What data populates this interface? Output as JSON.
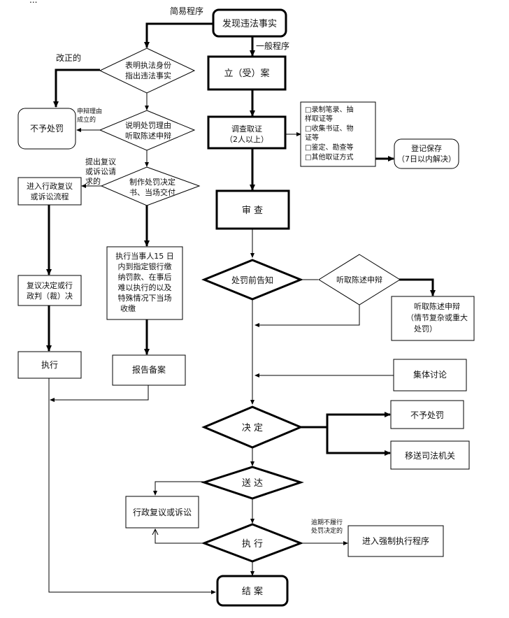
{
  "header_text": "...",
  "flow": {
    "top": {
      "simple_label": "简易程序",
      "start": "发现违法事实",
      "general_label": "一般程序"
    },
    "simple": {
      "step1": [
        "表明执法身份",
        "指出违法事实"
      ],
      "corrected_label": "改正的",
      "no_penalty": "不予处罚",
      "reason_ok": [
        "申辩理由",
        "成立的"
      ],
      "step2": [
        "说明处罚理由",
        "听取陈述申辩"
      ],
      "appeal_note": [
        "提出复议",
        "或诉讼请",
        "求的"
      ],
      "step3": [
        "制作处罚决定",
        "书、当场交付"
      ],
      "review_flow": [
        "进入行政复议",
        "或诉讼流程"
      ],
      "review_decision": [
        "复议决定或行",
        "政判（裁）决"
      ],
      "execute": "执行",
      "payment": [
        "执行当事人15 日",
        "内到指定银行缴",
        "纳罚款、在事后",
        "难以执行的以及",
        "特殊情况下当场",
        "收缴"
      ],
      "report": "报告备案"
    },
    "general": {
      "file": "立（受）案",
      "investigate": [
        "调查取证",
        "（2人以上）"
      ],
      "methods": [
        "□录制笔录、抽",
        "样取证等",
        "□收集书证、物",
        "证等",
        "□鉴定、勘查等",
        "□其他取证方式"
      ],
      "register": [
        "登记保存",
        "（7日以内解决）"
      ],
      "review": "审    查",
      "notice": "处罚前告知",
      "hearing": "听取陈述申辩",
      "hearing_box": [
        "听取陈述申辩",
        "（情节复杂或重大",
        "处罚）"
      ],
      "collective": "集体讨论",
      "decision": "决    定",
      "no_penalty2": "不予处罚",
      "transfer": "移送司法机关",
      "deliver": "送    达",
      "admin_review": "行政复议或诉讼",
      "execute2": "执    行",
      "overdue": [
        "逾期不履行",
        "处罚决定的"
      ],
      "forced": "进入强制执行程序",
      "close": "结    案"
    }
  }
}
